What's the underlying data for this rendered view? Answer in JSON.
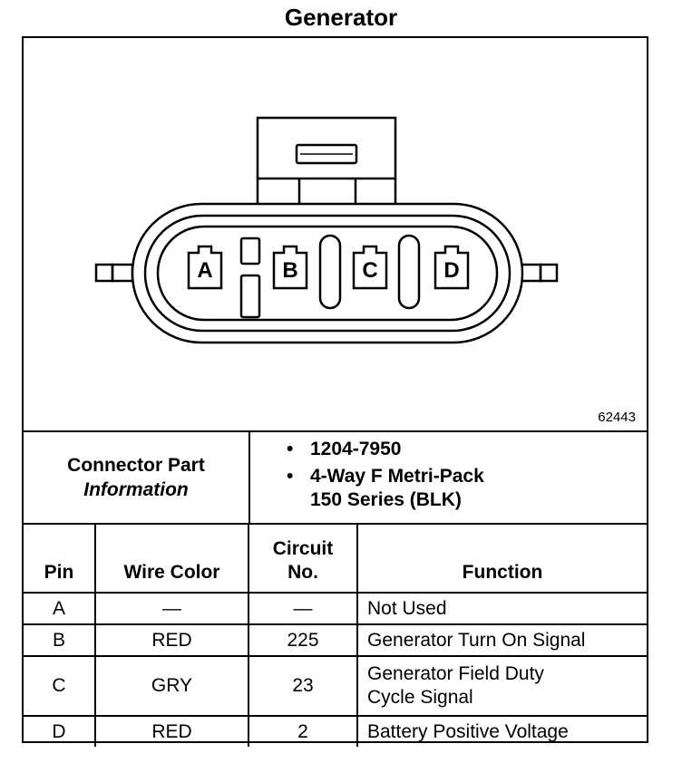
{
  "title": "Generator",
  "diagram": {
    "figure_id": "62443",
    "pins": [
      "A",
      "B",
      "C",
      "D"
    ]
  },
  "connector_info": {
    "label_line1": "Connector Part",
    "label_line2": "Information",
    "items": [
      {
        "line1": "1204-7950",
        "line2": ""
      },
      {
        "line1": "4-Way F Metri-Pack",
        "line2": "150 Series (BLK)"
      }
    ]
  },
  "table": {
    "headers": {
      "pin": "Pin",
      "wire_color": "Wire Color",
      "circuit_line1": "Circuit",
      "circuit_line2": "No.",
      "function": "Function"
    },
    "rows": [
      {
        "pin": "A",
        "wire": "—",
        "circuit": "—",
        "function_line1": "Not Used",
        "function_line2": ""
      },
      {
        "pin": "B",
        "wire": "RED",
        "circuit": "225",
        "function_line1": "Generator Turn On Signal",
        "function_line2": ""
      },
      {
        "pin": "C",
        "wire": "GRY",
        "circuit": "23",
        "function_line1": "Generator Field Duty",
        "function_line2": "Cycle Signal"
      },
      {
        "pin": "D",
        "wire": "RED",
        "circuit": "2",
        "function_line1": "Battery Positive Voltage",
        "function_line2": ""
      }
    ]
  }
}
